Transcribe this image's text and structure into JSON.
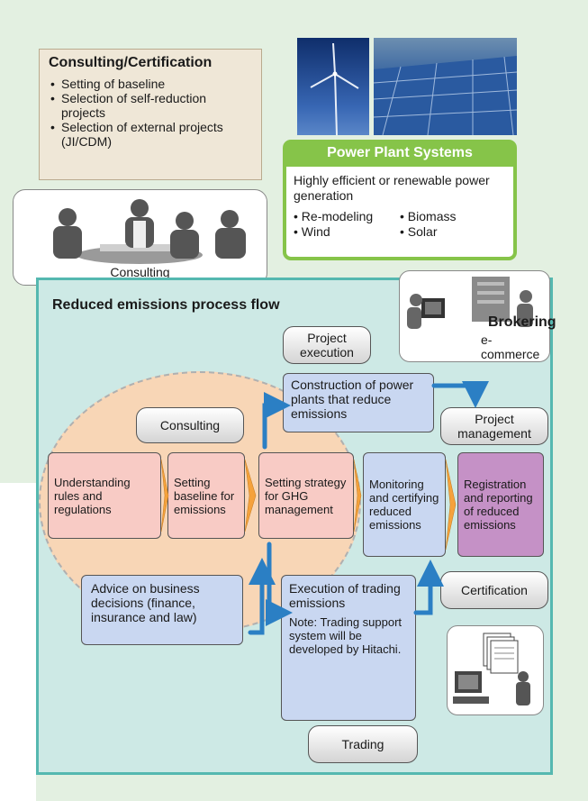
{
  "consulting_certification": {
    "title": "Consulting/Certification",
    "items": [
      "Setting of baseline",
      "Selection of self-reduction projects",
      "Selection of external projects (JI/CDM)"
    ]
  },
  "consulting_photo": {
    "caption": "Consulting"
  },
  "power_plant_systems": {
    "title": "Power Plant Systems",
    "description": "Highly efficient or renewable power generation",
    "items": [
      "Re-modeling",
      "Biomass",
      "Wind",
      "Solar"
    ]
  },
  "process_flow": {
    "title": "Reduced emissions process flow",
    "brokering": {
      "title": "Brokering",
      "subtitle": "e-commerce"
    },
    "labels": {
      "project_execution": "Project execution",
      "consulting": "Consulting",
      "project_management": "Project management",
      "certification": "Certification",
      "trading": "Trading"
    },
    "construction": "Construction of power plants that reduce emissions",
    "steps": [
      "Understanding rules and regulations",
      "Setting baseline for emissions",
      "Setting strategy for GHG management",
      "Monitoring and certifying reduced emissions",
      "Registration and reporting of reduced emissions"
    ],
    "advice": "Advice on business decisions (finance, insurance and law)",
    "execution_trading": {
      "title": "Execution of trading emissions",
      "note": "Note: Trading support system will be developed by Hitachi."
    }
  },
  "colors": {
    "background_green": "#e3f0e1",
    "teal_panel": "#cde9e5",
    "teal_border": "#55b8b0",
    "peach_oval": "#f8d6b6",
    "pink_step": "#f8cbc5",
    "purple_step": "#c591c6",
    "blue_box": "#c9d7f1",
    "green_header": "#86c449",
    "tan_box": "#efe7d7",
    "arrow_blue": "#2b7fc4",
    "chevron_orange": "#f5a23c"
  }
}
